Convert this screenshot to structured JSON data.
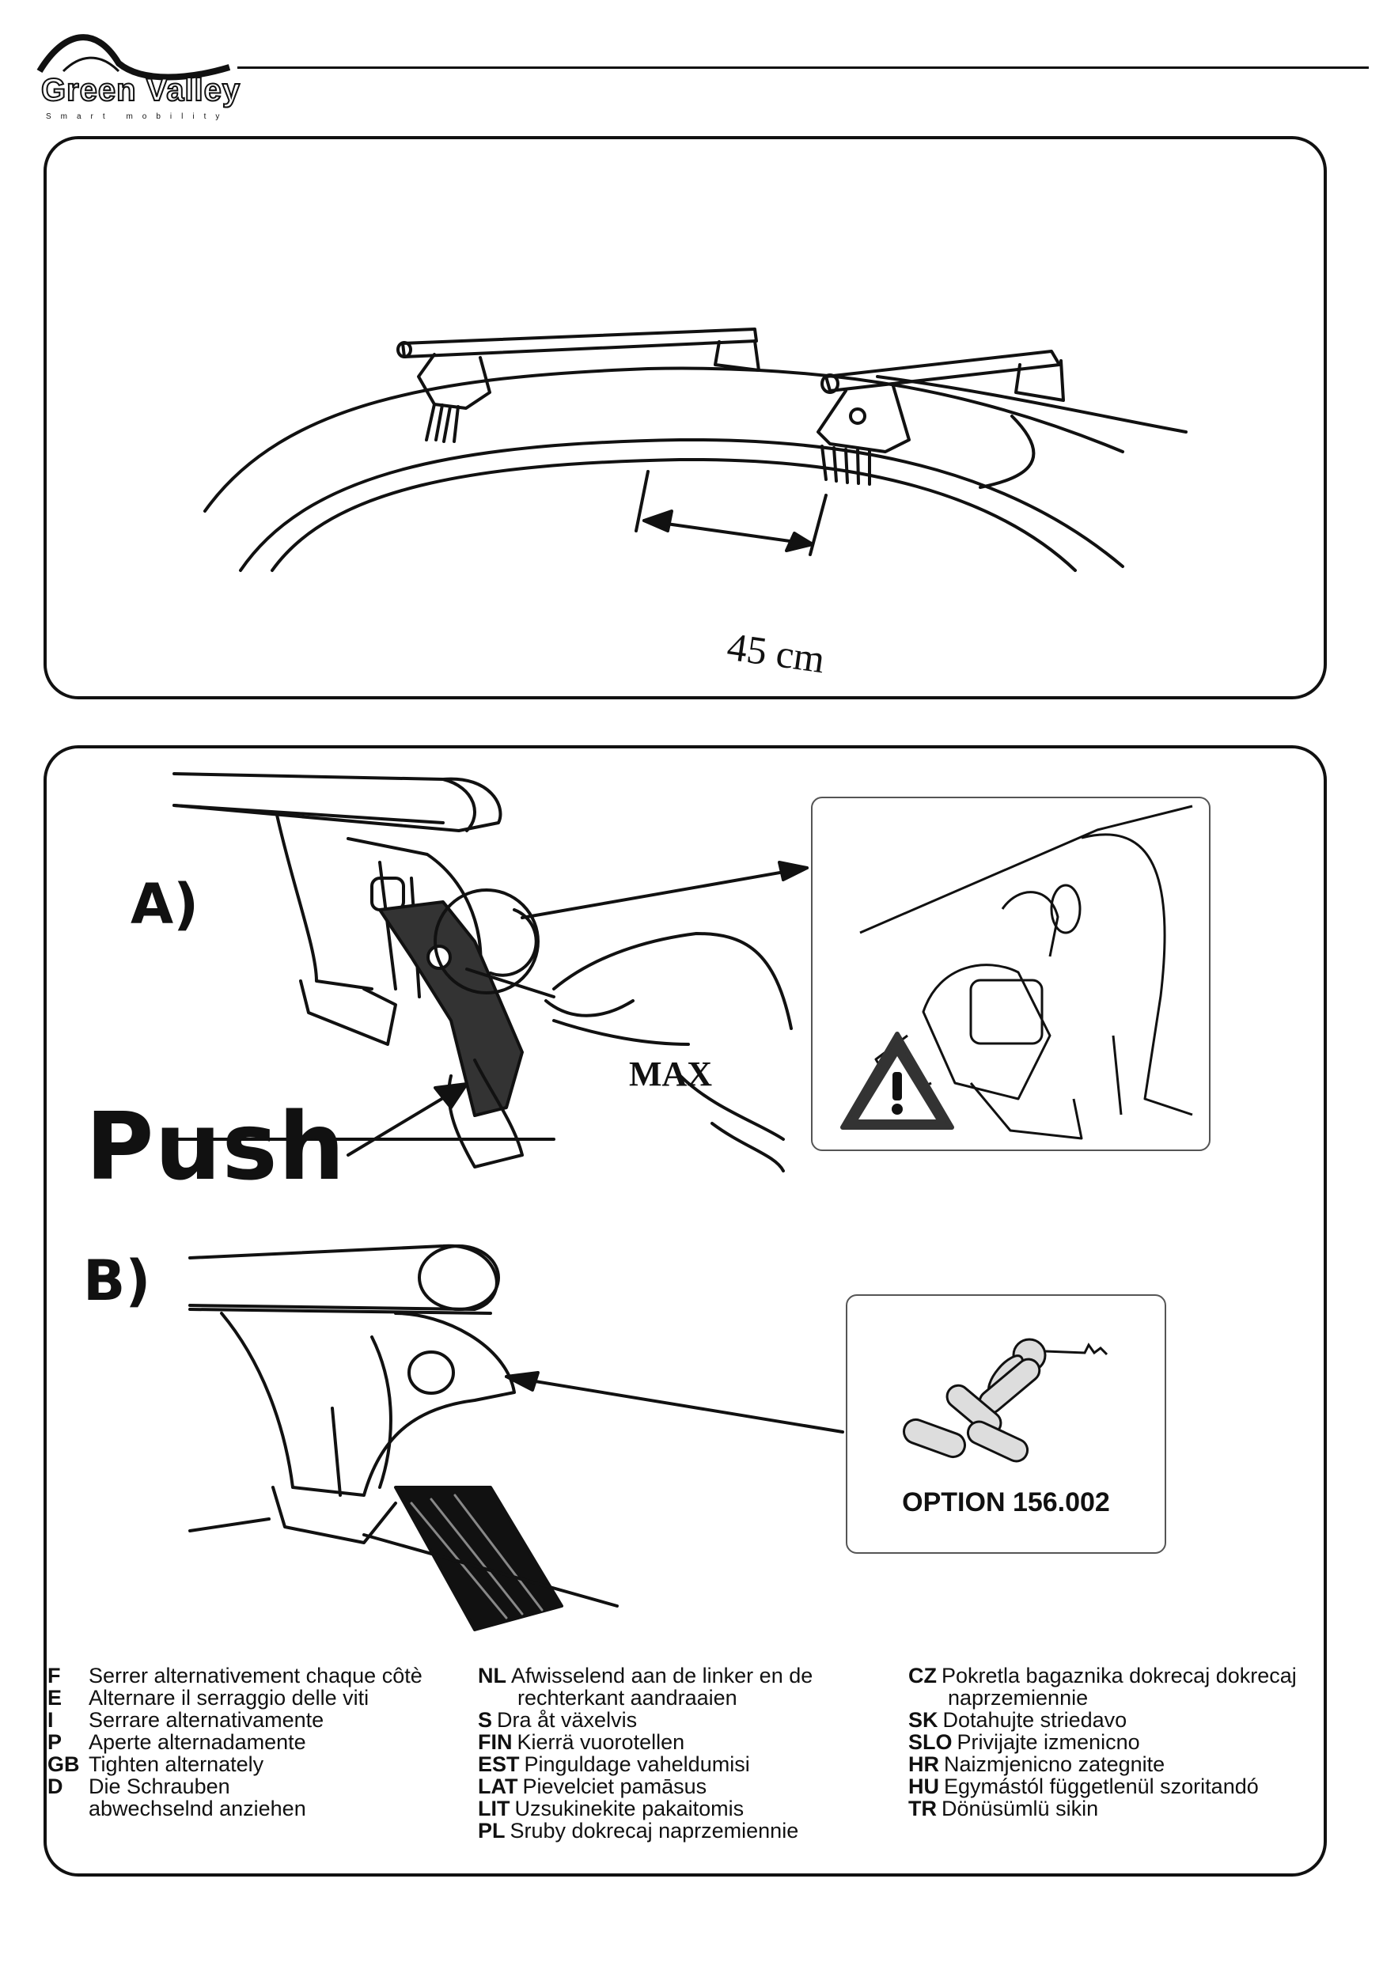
{
  "header": {
    "brand_name": "Green Valley",
    "brand_tagline": "Smart mobility"
  },
  "panel1": {
    "dimension_label": "45 cm"
  },
  "panel2": {
    "step_a_label": "A)",
    "step_b_label": "B)",
    "push_label": "Push",
    "max_label": "MAX",
    "option_label": "OPTION 156.002"
  },
  "instructions": {
    "col1": [
      {
        "code": "F",
        "text": "Serrer alternativement chaque côtè"
      },
      {
        "code": "E",
        "text": " Alternare il serraggio delle viti"
      },
      {
        "code": "I",
        "text": "Serrare alternativamente"
      },
      {
        "code": "P",
        "text": "Aperte alternadamente"
      },
      {
        "code": "GB",
        "text": "Tighten alternately"
      },
      {
        "code": "D",
        "text": "Die Schrauben"
      },
      {
        "code": "",
        "text": "abwechselnd anziehen"
      }
    ],
    "col2": [
      {
        "code": "NL",
        "text": "Afwisselend aan de linker en de"
      },
      {
        "code": "",
        "text": "rechterkant aandraaien"
      },
      {
        "code": "S",
        "text": "Dra åt växelvis"
      },
      {
        "code": "FIN",
        "text": "Kierrä vuorotellen"
      },
      {
        "code": "EST",
        "text": "Pinguldage vaheldumisi"
      },
      {
        "code": "LAT",
        "text": "Pievelciet pamāsus"
      },
      {
        "code": "LIT",
        "text": "Uzsukinekite pakaitomis"
      },
      {
        "code": "PL",
        "text": "Sruby dokrecaj naprzemiennie"
      }
    ],
    "col3": [
      {
        "code": "CZ",
        "text": "Pokretla bagaznika dokrecaj dokrecaj"
      },
      {
        "code": "",
        "text": "naprzemiennie"
      },
      {
        "code": "SK",
        "text": "Dotahujte striedavo"
      },
      {
        "code": "SLO",
        "text": "Privijajte izmenicno"
      },
      {
        "code": "HR",
        "text": "Naizmjenicno zategnite"
      },
      {
        "code": "HU",
        "text": "Egymástól függetlenül szoritandó"
      },
      {
        "code": "TR",
        "text": "Dönüsümlü sikin"
      }
    ]
  }
}
